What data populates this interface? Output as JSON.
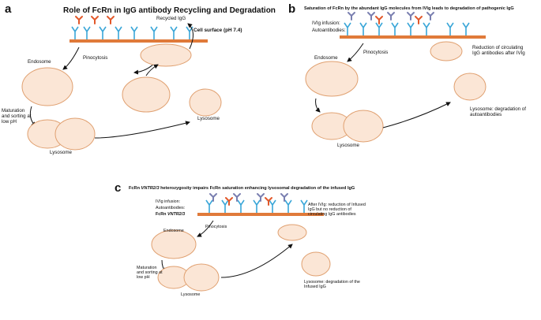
{
  "panels": {
    "a": {
      "letter": "a",
      "title": "Role of FcRn in IgG antibody Recycling and Degradation",
      "labels": {
        "recycled": "Recycled IgG",
        "cell_surface": "Cell surface (pH 7.4)",
        "pinocytosis": "Pinocytosis",
        "endosome": "Endosome",
        "maturation": "Maturation and sorting at low pH",
        "lysosome_bottom": "Lysosome",
        "lysosome_right": "Lysosome"
      }
    },
    "b": {
      "letter": "b",
      "title": "Saturation of FcRn by the abundant IgG molecules from IVIg leads to degradation of pathogenic IgG",
      "labels": {
        "ivig": "IVIg infusion:",
        "autoantibodies": "Autoantibodies:",
        "pinocytosis": "Pinocytosis",
        "endosome": "Endosome",
        "reduction": "Reduction of circulating IgG antibodies after IVIg",
        "lysosome_deg": "Lysosome: degradation of autoantibodies",
        "lysosome": "Lysosome"
      }
    },
    "c": {
      "letter": "c",
      "title_pre": "FcRn ",
      "title_gene": "VNTR2/3",
      "title_post": " heterozygosity impairs FcRn saturation enhancing lysosomal degradation of the infused IgG",
      "labels": {
        "ivig": "IVIg infusion:",
        "autoantibodies": "Autoantibodies:",
        "fcrn_vntr_pre": "FcRn ",
        "fcrn_vntr_gene": "VNTR2/3",
        "pinocytosis": "Pinocytosis",
        "endosome": "Endosome",
        "after_ivig": "After IVIg: reduction of Infused IgG but no reduction of circulating IgG antibodies",
        "maturation": "Maturation and sorting at low pH",
        "lysosome_deg": "Lysosome: degradation of the Infused IgG",
        "lysosome": "Lysosome"
      }
    }
  },
  "colors": {
    "membrane": "#e07a3a",
    "fcrn": "#3aa6d8",
    "igg": "#e2582a",
    "ivig": "#7a7fb0",
    "vesicle_fill": "#fbe6d6",
    "vesicle_stroke": "#e0a070"
  }
}
